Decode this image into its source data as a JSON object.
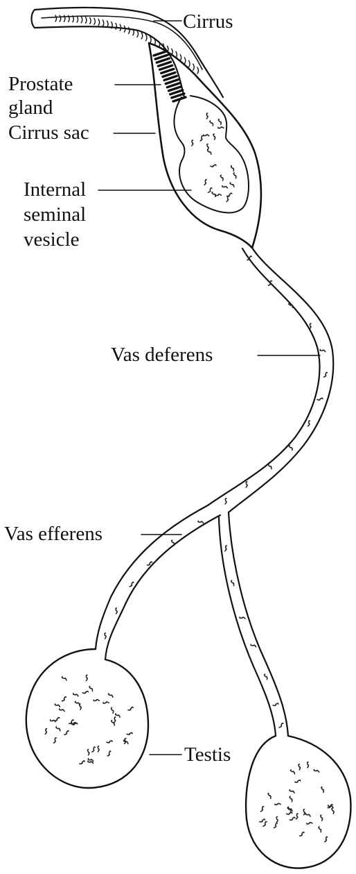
{
  "labels": {
    "cirrus": "Cirrus",
    "prostate_line1": "Prostate",
    "prostate_line2": "gland",
    "cirrus_sac": "Cirrus sac",
    "internal_line1": "Internal",
    "internal_line2": "seminal",
    "internal_line3": "vesicle",
    "vas_deferens": "Vas deferens",
    "vas_efferens": "Vas efferens",
    "testis": "Testis"
  },
  "colors": {
    "ink": "#111111",
    "background": "#ffffff"
  }
}
